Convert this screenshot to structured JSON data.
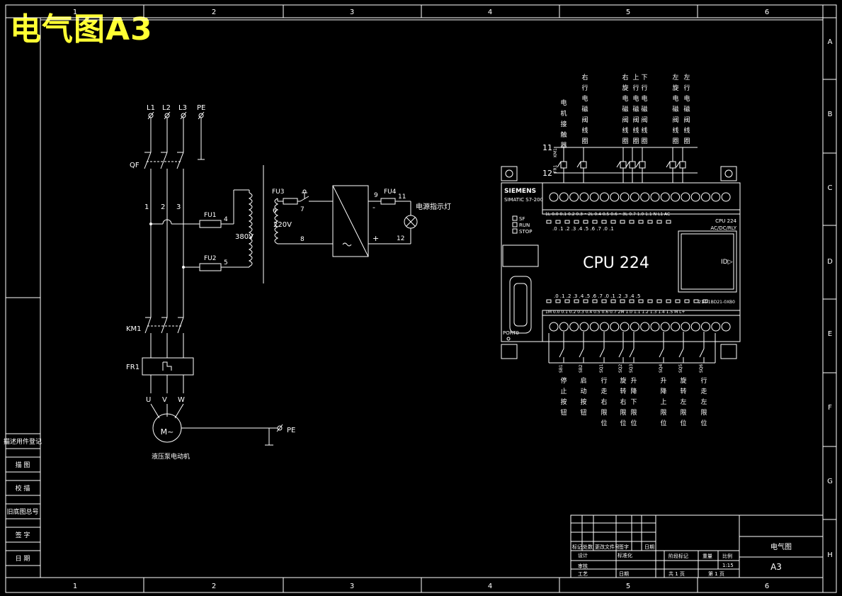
{
  "title": "电气图A3",
  "frame": {
    "columns": [
      "1",
      "2",
      "3",
      "4",
      "5",
      "6"
    ],
    "rows": [
      "A",
      "B",
      "C",
      "D",
      "E",
      "F",
      "G",
      "H"
    ]
  },
  "left_strip": [
    "描述用件登记",
    "描 图",
    "校 描",
    "旧底图总号",
    "签 字",
    "日 期"
  ],
  "power": {
    "phases": [
      "L1",
      "L2",
      "L3",
      "PE"
    ],
    "breaker": "QF",
    "terminals": [
      "1",
      "2",
      "3"
    ],
    "fuses": [
      "FU1",
      "FU2",
      "FU3",
      "FU4"
    ],
    "wire_numbers": [
      "4",
      "5",
      "6",
      "7",
      "8",
      "9",
      "11",
      "12"
    ],
    "contactor": "KM1",
    "relay": "FR1",
    "motor_terminals": [
      "U",
      "V",
      "W"
    ],
    "motor_symbol": "M~",
    "motor_caption": "液压泵电动机",
    "pe_label": "PE",
    "transformer_primary": "380V",
    "transformer_secondary": "220V",
    "lamp_caption": "电源指示灯",
    "plus": "+",
    "minus": "-"
  },
  "plc": {
    "brand": "SIEMENS",
    "series": "SIMATIC S7-200",
    "model": "CPU 224",
    "model_small": "CPU 224",
    "supply": "AC/DC/RLY",
    "order_no": "214-1BD21-0XB0",
    "leds": [
      "SF",
      "RUN",
      "STOP"
    ],
    "port": "PORT0",
    "rail_numbers": [
      "11",
      "12"
    ],
    "top_terminal_labels": "1L  0.0 0.1  0.2 0.3  •  2L  0.4  0.5  0.6  •  3L  0.7  1.0  1.1  N  L1  AC",
    "top_led_row1": ".0  .1  .2  .3  .4  .5  .6  .7   .0  .1",
    "bottom_led_row": ".0  .1  .2  .3  .4  .5  .6  .7    .0  .1  .2  .3  .4  .5",
    "bottom_terminal_labels": "1M  0.0  0.1  0.2  0.3  0.4  0.5  0.6  0.7  2M  1.0  1.1  1.2  1.3  1.4  1.5   M  L+",
    "output_labels": [
      "电机接触器",
      "右行电磁阀线圈",
      "右旋电磁阀线圈",
      "上行电磁阀线圈",
      "下行电磁阀线圈",
      "左旋电磁阀线圈",
      "左行电磁阀线圈"
    ],
    "output_devices": [
      "KM1",
      "FR1"
    ],
    "input_devices": [
      "SB1",
      "SB2",
      "SQ1",
      "SQ2",
      "SQ3",
      "SQ4",
      "SQ5",
      "SQ6"
    ],
    "input_labels": [
      "停止按钮",
      "启动按钮",
      "行走右限位",
      "旋转右限位",
      "升降下限位",
      "升降上限位",
      "旋转左限位",
      "行走左限位"
    ]
  },
  "title_block": {
    "drawing_name": "电气图",
    "size": "A3",
    "scale": "1:15",
    "header_cells": [
      "标记",
      "处数",
      "更改文件号",
      "签字",
      "日期"
    ],
    "role_cells": [
      "设计",
      "标准化",
      "审核",
      "工艺",
      "日期"
    ],
    "stage_cells": [
      "阶段标记",
      "重量",
      "比例"
    ],
    "sheets_total": "共 1 页",
    "sheet_no": "第 1 页"
  }
}
